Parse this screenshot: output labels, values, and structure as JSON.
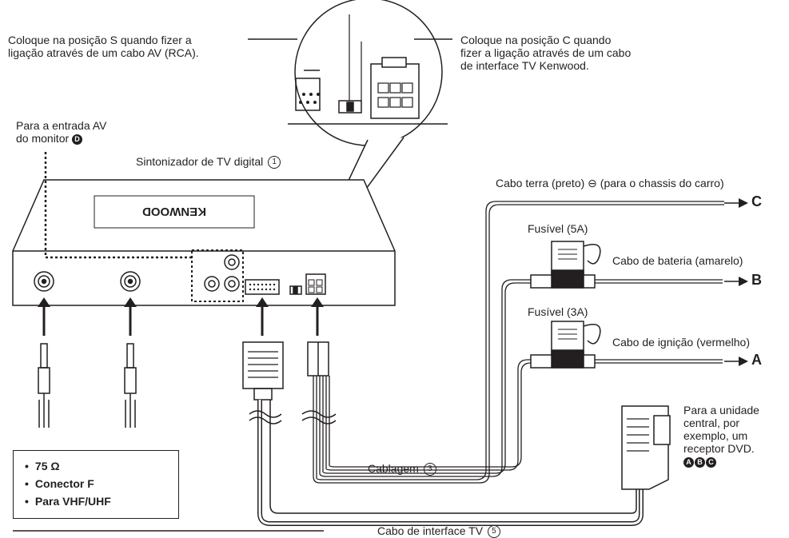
{
  "callout_s": [
    "Coloque na posição S quando fizer a",
    "ligação através de um cabo AV (RCA)."
  ],
  "callout_c": [
    "Coloque na posição C quando",
    "fizer a ligação através de um cabo",
    "de interface TV Kenwood."
  ],
  "av_input": [
    "Para a entrada AV",
    "do monitor"
  ],
  "av_input_badge": "D",
  "tuner_label": "Sintonizador de TV digital",
  "tuner_num": "1",
  "ground_cable": "Cabo terra (preto) ⊖ (para o chassis do carro)",
  "fuse_5a": "Fusível (5A)",
  "battery_cable": "Cabo de bateria (amarelo)",
  "fuse_3a": "Fusível (3A)",
  "ignition_cable": "Cabo de ignição (vermelho)",
  "terminal_c": "C",
  "terminal_b": "B",
  "terminal_a": "A",
  "head_unit": [
    "Para a unidade",
    "central, por",
    "exemplo, um",
    "receptor DVD."
  ],
  "head_unit_badges": [
    "A",
    "B",
    "C"
  ],
  "harness_label": "Cablagem",
  "harness_num": "3",
  "tv_cable_label": "Cabo de interface TV",
  "tv_cable_num": "5",
  "brand": "KENWOOD",
  "spec": [
    "75 Ω",
    "Conector F",
    "Para VHF/UHF"
  ]
}
